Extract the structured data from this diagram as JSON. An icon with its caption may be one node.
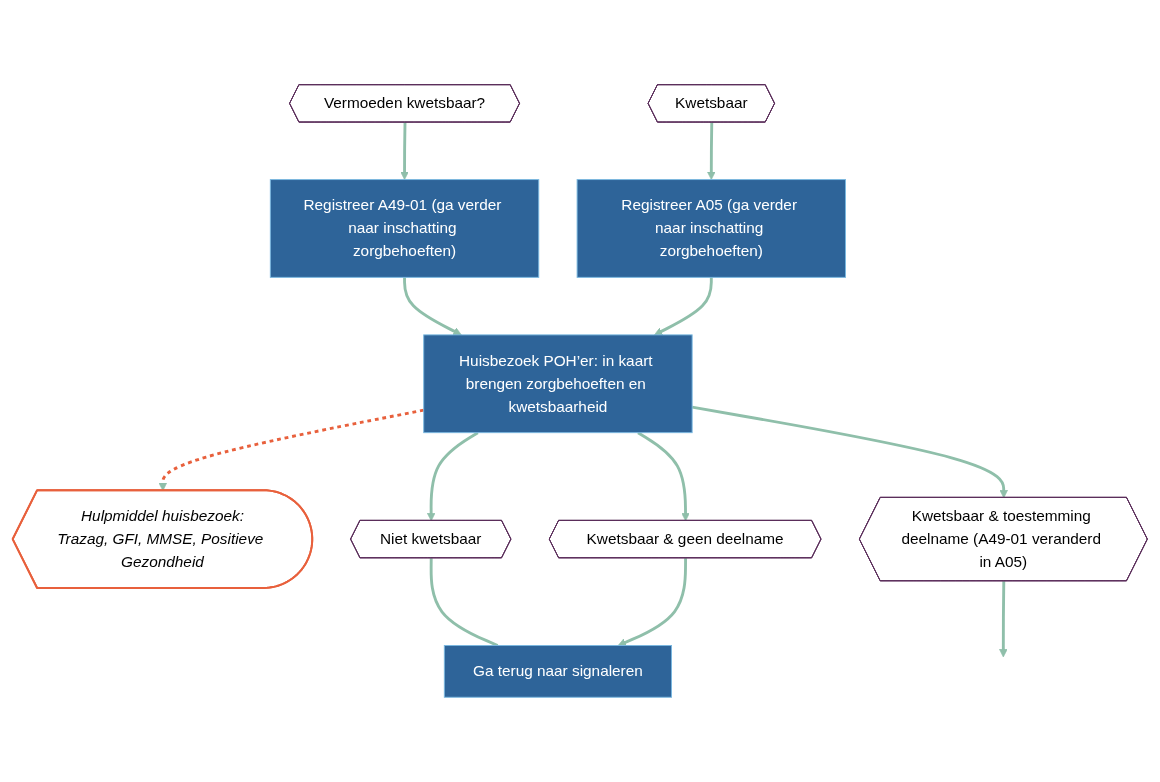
{
  "diagram": {
    "nodes": [
      {
        "text": [
          "Vermoeden kwetsbaar?"
        ]
      },
      {
        "text": [
          "Kwetsbaar"
        ]
      },
      {
        "text": [
          "Registreer A49-01 (ga verder naar inschatting zorgbehoeften)"
        ]
      },
      {
        "text": [
          "Registreer A05 (ga verder naar inschatting zorgbehoeften)"
        ]
      },
      {
        "text": [
          "Huisbezoek POH’er: in kaart brengen zorgbehoeften en kwetsbaarheid"
        ]
      },
      {
        "text": [
          "Hulpmiddel huisbezoek:",
          "Trazag, GFI, MMSE, Positieve Gezondheid"
        ]
      },
      {
        "text": [
          "Niet kwetsbaar"
        ]
      },
      {
        "text": [
          "Kwetsbaar & geen deelname"
        ]
      },
      {
        "text": [
          "Kwetsbaar & toestemming deelname (A49-01 veranderd in A05)"
        ]
      },
      {
        "text": [
          "Ga terug naar signaleren"
        ]
      }
    ],
    "edges": [
      {
        "from": 0,
        "to": 2,
        "arrow": "to"
      },
      {
        "from": 1,
        "to": 3,
        "arrow": "to"
      },
      {
        "from": 2,
        "to": 4,
        "arrow": "to"
      },
      {
        "from": 3,
        "to": 4,
        "arrow": "to"
      },
      {
        "from": 4,
        "to": 5,
        "arrow": "to",
        "style": "dashed",
        "color": "#e8603c"
      },
      {
        "from": 4,
        "to": 6,
        "arrow": "to"
      },
      {
        "from": 4,
        "to": 7,
        "arrow": "to"
      },
      {
        "from": 4,
        "to": 8,
        "arrow": "to"
      },
      {
        "from": 6,
        "to": 9,
        "arrow": "none"
      },
      {
        "from": 7,
        "to": 9,
        "arrow": "to"
      },
      {
        "from": 8,
        "to": null,
        "arrow": "to"
      }
    ]
  }
}
